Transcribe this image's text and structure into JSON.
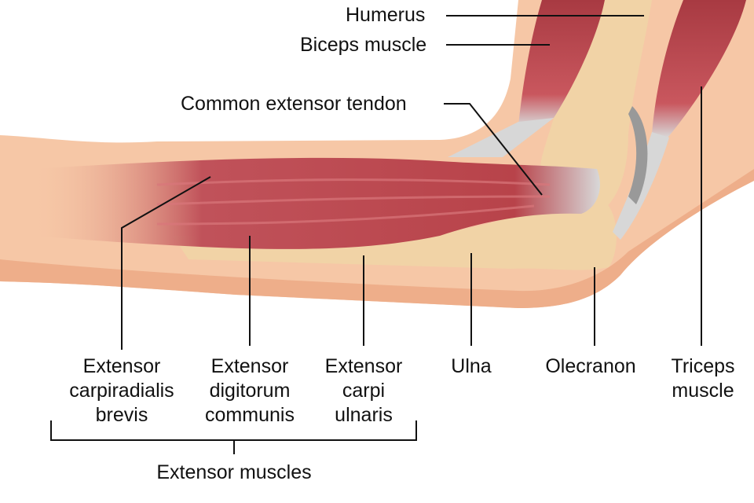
{
  "title_labels": {
    "humerus": "Humerus",
    "biceps": "Biceps muscle",
    "common_tendon": "Common extensor tendon",
    "ecrb": [
      "Extensor",
      "carpiradialis",
      "brevis"
    ],
    "edc": [
      "Extensor",
      "digitorum",
      "communis"
    ],
    "ecu": [
      "Extensor",
      "carpi",
      "ulnaris"
    ],
    "ulna": "Ulna",
    "olecranon": "Olecranon",
    "triceps": [
      "Triceps",
      "muscle"
    ],
    "group": "Extensor muscles"
  },
  "colors": {
    "skin": "#f6c7a6",
    "skin_dark": "#eeae8a",
    "muscle": "#b8434a",
    "muscle_light": "#d9767a",
    "bone": "#f1d3a6",
    "tendon": "#d7d7d7",
    "line": "#111111"
  }
}
